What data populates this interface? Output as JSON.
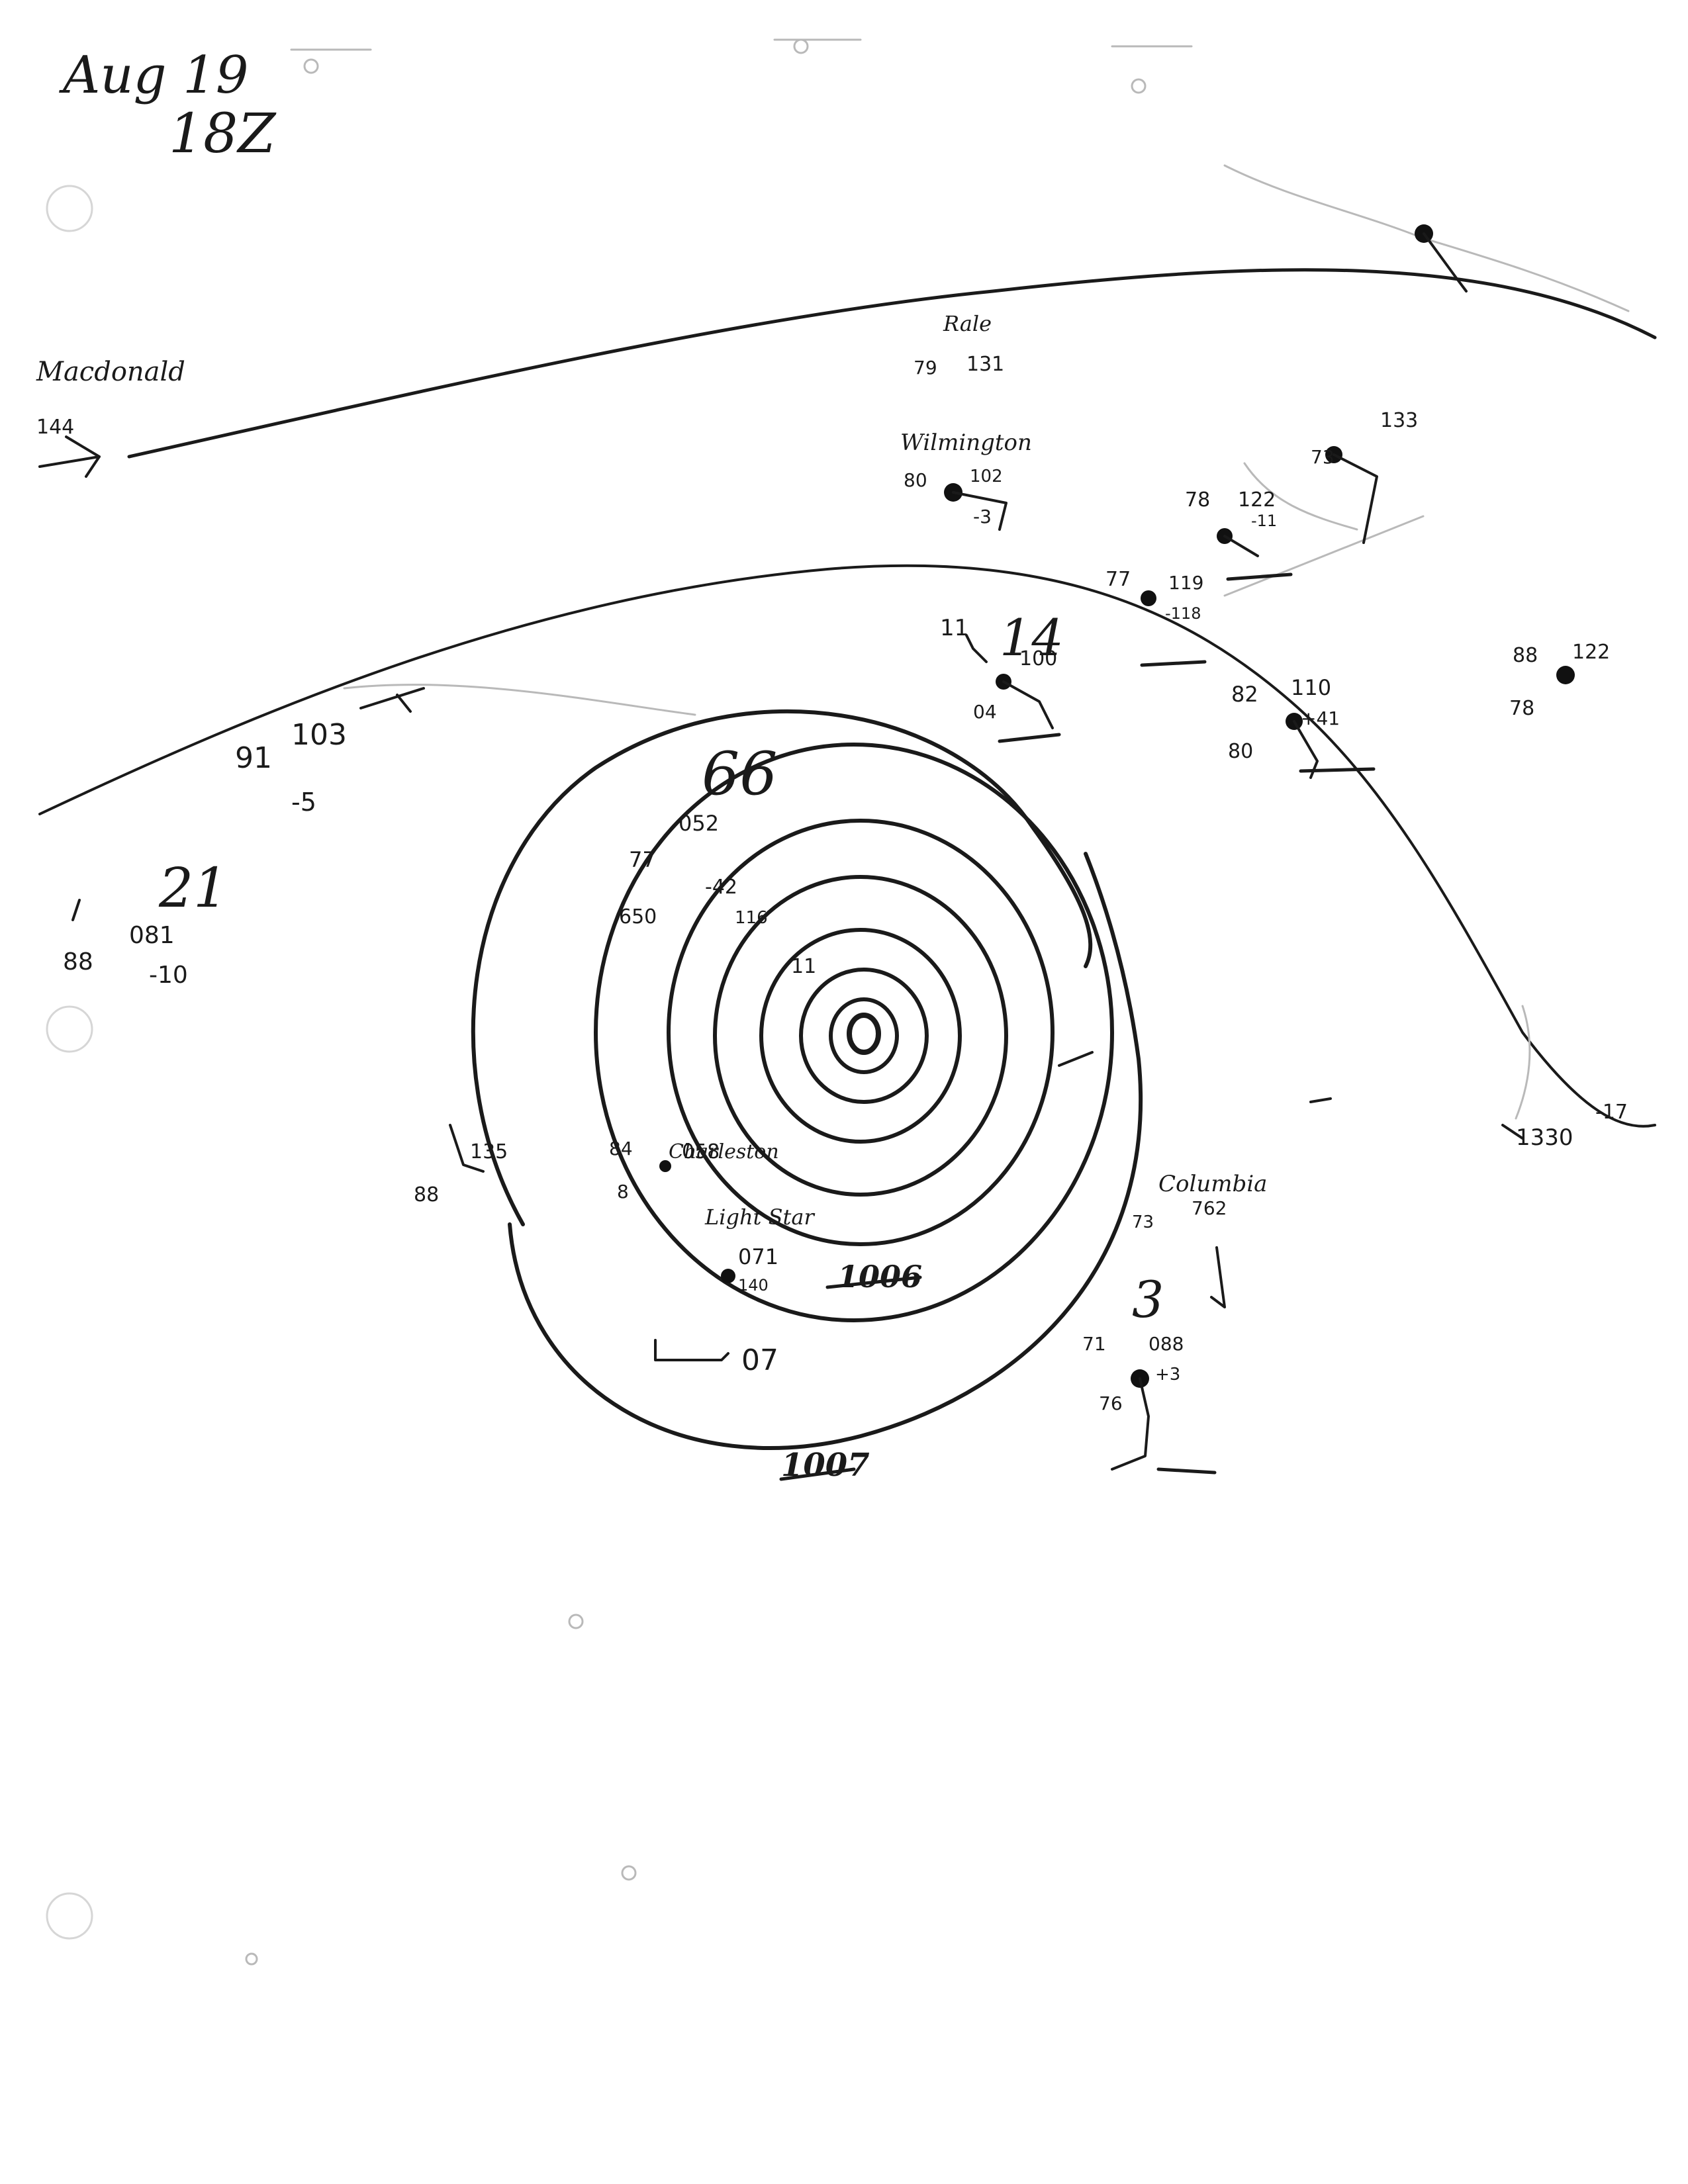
{
  "header": {
    "date": "Aug 19",
    "time": "18Z"
  },
  "isobars": {
    "center_label": "66",
    "outer_label": "1007",
    "east_label": "1006"
  },
  "places": {
    "west": "Macdonald",
    "raleigh": "Rale",
    "wilmington": "Wilmington",
    "charleston": "Charleston",
    "columbia": "Columbia",
    "ship": "Light Star"
  },
  "stations": {
    "macdonald_top": "144",
    "west_a": {
      "temp": "91",
      "press": "103",
      "tend": "-5"
    },
    "west_b": {
      "temp": "88",
      "press": "081",
      "tend": "-10"
    },
    "west_c": {
      "temp": "88",
      "press": "135"
    },
    "near_center": {
      "temp": "77",
      "press": "052",
      "tend": "-42",
      "dew": "650",
      "extra": "116"
    },
    "center_sw": {
      "temp": "84",
      "press": "058",
      "dew": "8"
    },
    "ship": {
      "press": "071",
      "tend": "140"
    },
    "buoy": {
      "press": "07"
    },
    "coast_a": {
      "temp": "11",
      "press": "100",
      "dew": "04"
    },
    "coast_b": {
      "temp": "77",
      "press": "119",
      "tend": "-118"
    },
    "coast_c": {
      "temp": "78",
      "press": "122",
      "tend": "-11"
    },
    "coast_d": {
      "temp": "82",
      "press": "110",
      "tend": "+41",
      "dew": "80"
    },
    "raleigh": {
      "temp": "79",
      "press": "131"
    },
    "wilmington": {
      "temp": "80",
      "press": "102",
      "tend": "-3"
    },
    "north_a": {
      "temp": "73",
      "press": "133"
    },
    "east_a": {
      "temp": "88",
      "press": "122",
      "dew": "78"
    },
    "far_east": {
      "press": "1330",
      "tend": "-17"
    },
    "columbia": {
      "temp": "73",
      "press": "762"
    },
    "south_a": {
      "temp": "71",
      "press": "088",
      "tend": "+3",
      "dew": "76"
    }
  },
  "misc": {
    "mark_14": "14",
    "mark_21": "21",
    "mark_3": "3",
    "mark_11": "11"
  }
}
